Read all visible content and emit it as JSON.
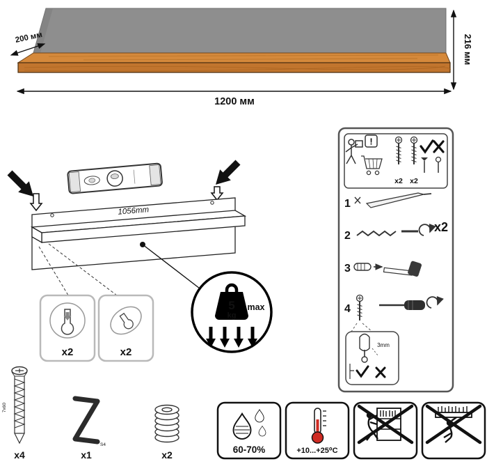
{
  "product": {
    "depth_label": "200 мм",
    "width_label": "1200 мм",
    "height_label": "216 мм"
  },
  "iso": {
    "mount_distance": "1056mm"
  },
  "keyholes": {
    "box1_qty": "x2",
    "box2_qty": "x2"
  },
  "weight": {
    "value": "5",
    "unit": "kg",
    "max_label": "max"
  },
  "instructions": {
    "warning_mark": "!",
    "screw_a_qty": "x2",
    "screw_b_qty": "x2",
    "step1": "1",
    "step2": "2",
    "step3": "3",
    "step4": "4",
    "repeat_qty": "x2",
    "gap_label": "3mm"
  },
  "hardware": {
    "screw_size": "7x60",
    "screw_qty": "x4",
    "key_size": "S4",
    "key_qty": "x1",
    "washer_qty": "x2"
  },
  "conditions": {
    "humidity": "60-70%",
    "temperature": "+10...+25⁰C"
  },
  "colors": {
    "panel_gray": "#8e8e8e",
    "wood_top": "#d5893b",
    "wood_front": "#c1752e",
    "bulb_red": "#cf2b23"
  }
}
